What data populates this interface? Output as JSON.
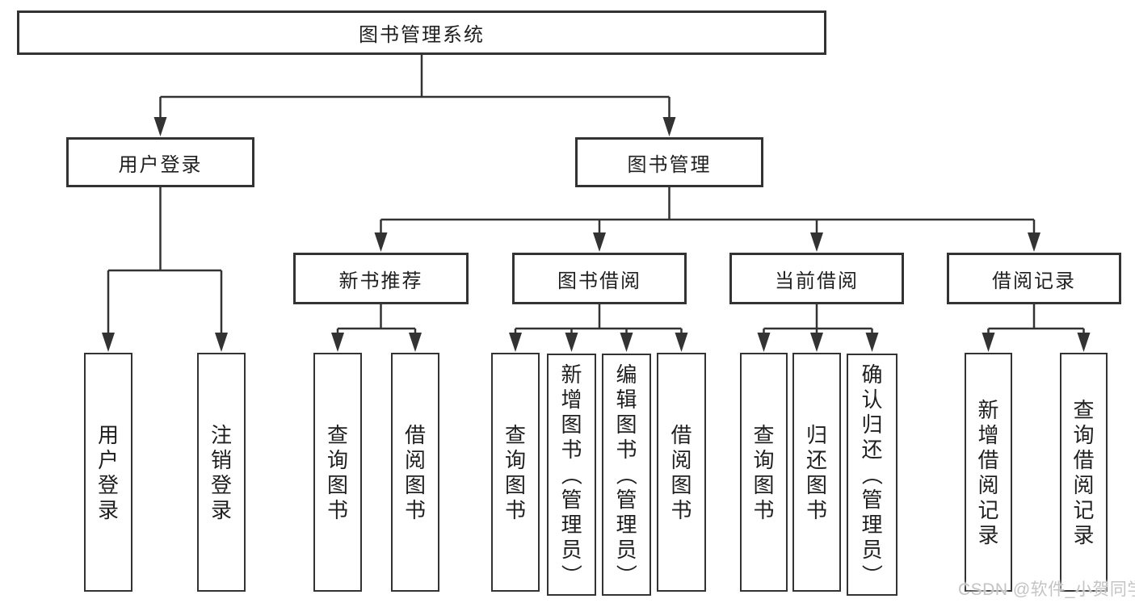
{
  "colors": {
    "line": "#333333",
    "box_border": "#333333",
    "text": "#1f1f1f",
    "watermark": "#c4c4c4",
    "background": "#ffffff"
  },
  "watermark": {
    "text": "CSDN @软件_小贺同学"
  },
  "tree": {
    "root": {
      "label": "图书管理系统"
    },
    "branches": [
      {
        "label": "用户登录",
        "children": [
          {
            "label": "用户登录"
          },
          {
            "label": "注销登录"
          }
        ]
      },
      {
        "label": "图书管理",
        "children": [
          {
            "label": "新书推荐",
            "children": [
              {
                "label": "查询图书"
              },
              {
                "label": "借阅图书"
              }
            ]
          },
          {
            "label": "图书借阅",
            "children": [
              {
                "label": "查询图书"
              },
              {
                "label": "新增图书（管理员）"
              },
              {
                "label": "编辑图书（管理员）"
              },
              {
                "label": "借阅图书"
              }
            ]
          },
          {
            "label": "当前借阅",
            "children": [
              {
                "label": "查询图书"
              },
              {
                "label": "归还图书"
              },
              {
                "label": "确认归还（管理员）"
              }
            ]
          },
          {
            "label": "借阅记录",
            "children": [
              {
                "label": "新增借阅记录"
              },
              {
                "label": "查询借阅记录"
              }
            ]
          }
        ]
      }
    ]
  }
}
